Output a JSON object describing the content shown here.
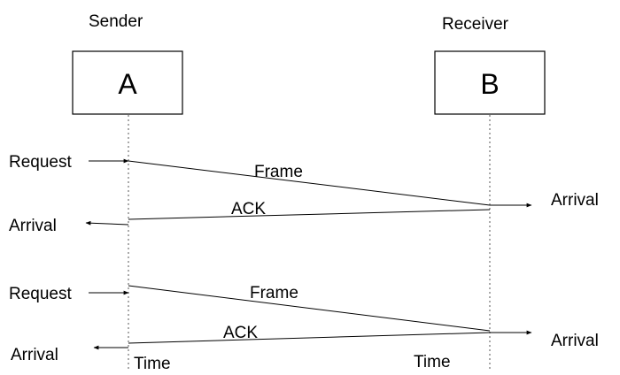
{
  "participants": {
    "sender": {
      "role": "Sender",
      "name": "A"
    },
    "receiver": {
      "role": "Receiver",
      "name": "B"
    }
  },
  "exchange_1": {
    "request": "Request",
    "frame": "Frame",
    "ack": "ACK",
    "receiver_arrival": "Arrival",
    "sender_arrival": "Arrival"
  },
  "exchange_2": {
    "request": "Request",
    "frame": "Frame",
    "ack": "ACK",
    "receiver_arrival": "Arrival",
    "sender_arrival": "Arrival"
  },
  "time_axis": {
    "sender": "Time",
    "receiver": "Time"
  },
  "colors": {
    "line": "#000000",
    "lifeline": "#555555",
    "background": "#ffffff"
  }
}
